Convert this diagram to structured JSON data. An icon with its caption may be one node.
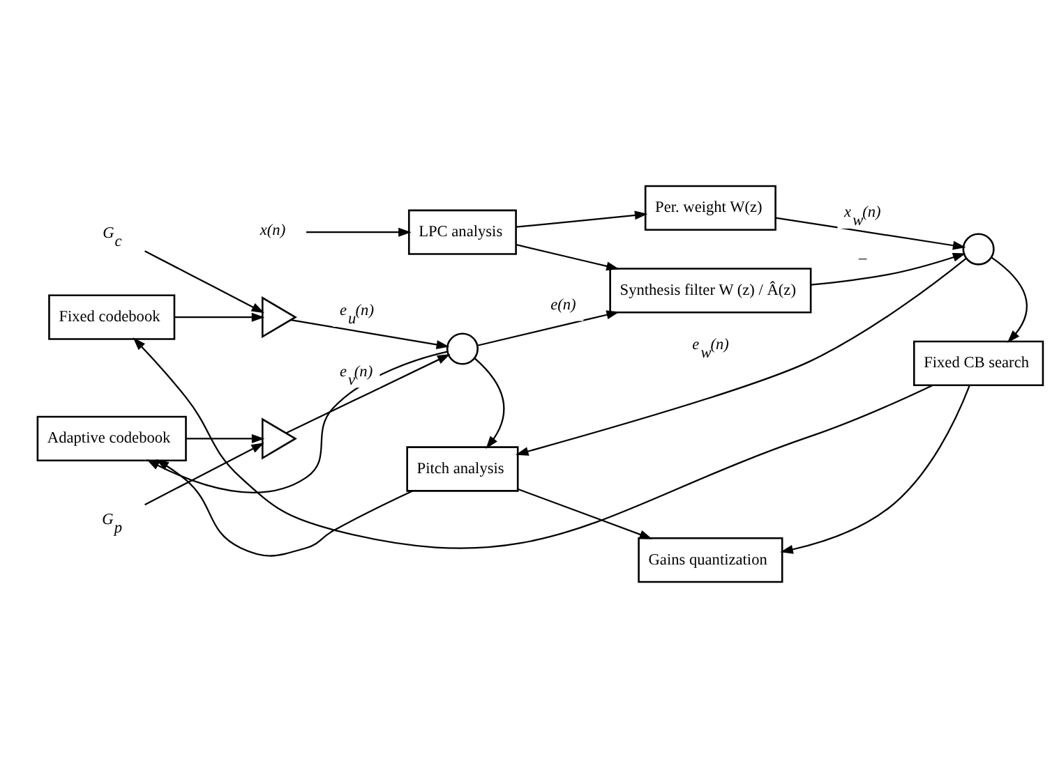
{
  "diagram": {
    "nodes": [
      {
        "text": [
          "x(n)"
        ]
      },
      {
        "text": [
          "LPC analysis"
        ]
      },
      {
        "text": [
          "Per. weight W(z)"
        ]
      },
      {
        "text": [
          "Fixed codebook"
        ]
      },
      {
        "text": [],
        "shape": "triangle"
      },
      {
        "text": [
          "G$_{c}$"
        ]
      },
      {
        "text": [],
        "shape": "circle"
      },
      {
        "text": [
          "Synthesis filter W (z) / Â(z)"
        ]
      },
      {
        "text": [],
        "shape": "circle"
      },
      {
        "text": [
          "Adaptive codebook"
        ]
      },
      {
        "text": [],
        "shape": "triangle"
      },
      {
        "text": [
          "G$_{p}$"
        ]
      },
      {
        "text": [
          "Pitch analysis"
        ]
      },
      {
        "text": [
          "Fixed CB search"
        ]
      },
      {
        "text": [
          "Gains quantization"
        ]
      }
    ],
    "edges": [
      {
        "from": 0,
        "to": 1,
        "arrow": "to"
      },
      {
        "from": 1,
        "to": 2,
        "arrow": "to"
      },
      {
        "from": 1,
        "to": 7,
        "arrow": "to"
      },
      {
        "from": 2,
        "to": 8,
        "arrow": "to",
        "label": "x$_{w}$(n)"
      },
      {
        "from": 3,
        "to": 4,
        "arrow": "to"
      },
      {
        "from": 5,
        "to": 4,
        "arrow": "to"
      },
      {
        "from": 4,
        "to": 6,
        "arrow": "to",
        "label": "e$_{u}$(n)"
      },
      {
        "from": 9,
        "to": 10,
        "arrow": "to"
      },
      {
        "from": 11,
        "to": 10,
        "arrow": "to"
      },
      {
        "from": 10,
        "to": 6,
        "arrow": "to",
        "label": "e$_{v}$(n)"
      },
      {
        "from": 6,
        "to": 7,
        "arrow": "to",
        "label": "e(n)"
      },
      {
        "from": 6,
        "to": 9,
        "arrow": "to"
      },
      {
        "from": 6,
        "to": 12,
        "arrow": "to"
      },
      {
        "from": 7,
        "to": 8,
        "arrow": "to",
        "label": "–"
      },
      {
        "from": 8,
        "to": 12,
        "arrow": "to",
        "label": "e$_{w}$(n)"
      },
      {
        "from": 8,
        "to": 13,
        "arrow": "to"
      },
      {
        "from": 12,
        "to": 9,
        "arrow": "to"
      },
      {
        "from": 12,
        "to": 14,
        "arrow": "to"
      },
      {
        "from": 13,
        "to": 3,
        "arrow": "to"
      },
      {
        "from": 13,
        "to": 14,
        "arrow": "to"
      }
    ]
  }
}
